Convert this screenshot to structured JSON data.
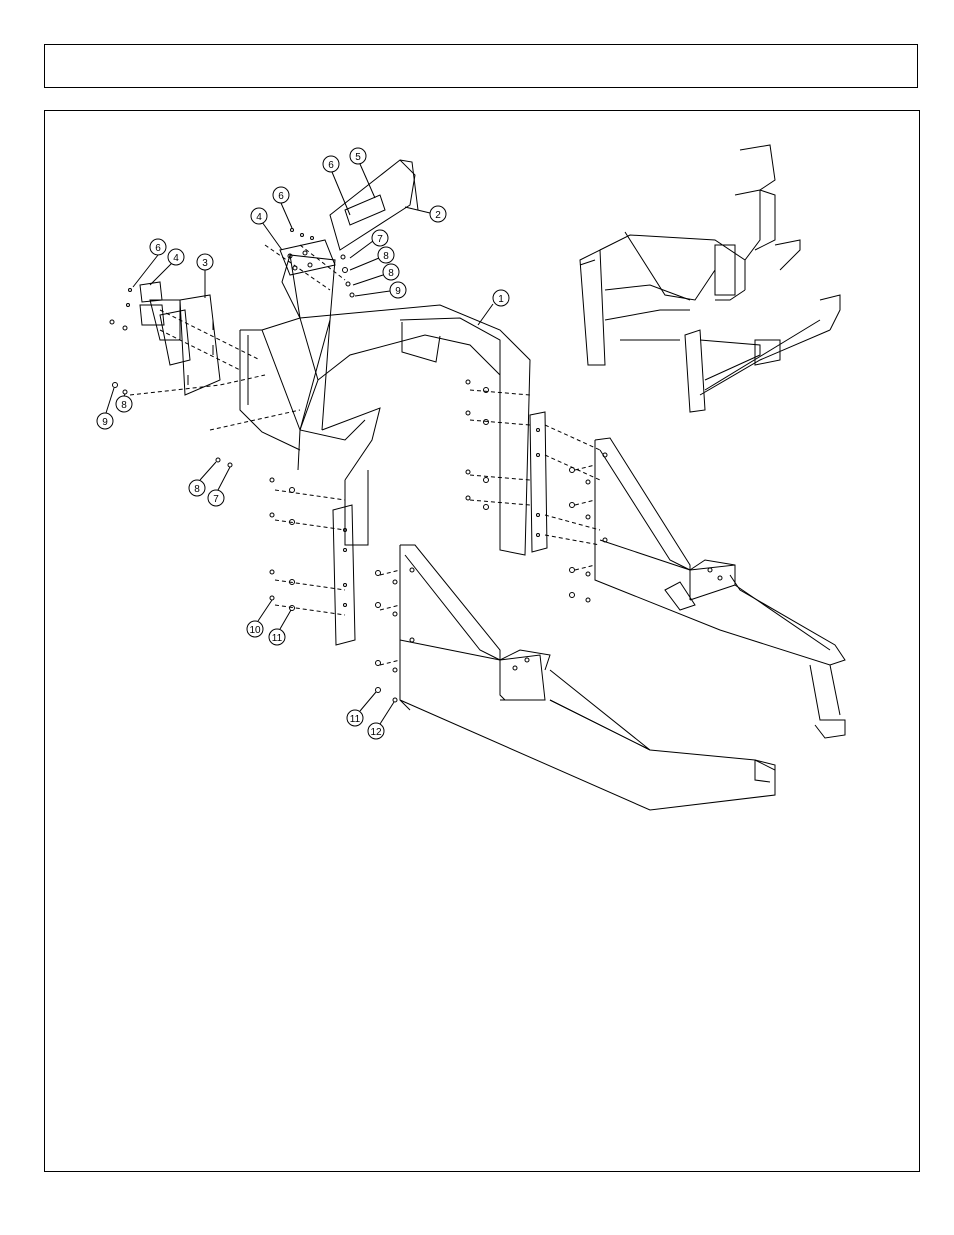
{
  "header": {
    "title": ""
  },
  "diagram": {
    "callouts": [
      {
        "id": "c1",
        "label": "1"
      },
      {
        "id": "c2",
        "label": "2"
      },
      {
        "id": "c3",
        "label": "3"
      },
      {
        "id": "c4a",
        "label": "4"
      },
      {
        "id": "c4b",
        "label": "4"
      },
      {
        "id": "c5",
        "label": "5"
      },
      {
        "id": "c6a",
        "label": "6"
      },
      {
        "id": "c6b",
        "label": "6"
      },
      {
        "id": "c6c",
        "label": "6"
      },
      {
        "id": "c7a",
        "label": "7"
      },
      {
        "id": "c7b",
        "label": "7"
      },
      {
        "id": "c8a",
        "label": "8"
      },
      {
        "id": "c8b",
        "label": "8"
      },
      {
        "id": "c8c",
        "label": "8"
      },
      {
        "id": "c8d",
        "label": "8"
      },
      {
        "id": "c9a",
        "label": "9"
      },
      {
        "id": "c9b",
        "label": "9"
      },
      {
        "id": "c10",
        "label": "10"
      },
      {
        "id": "c11a",
        "label": "11"
      },
      {
        "id": "c11b",
        "label": "11"
      },
      {
        "id": "c12",
        "label": "12"
      }
    ]
  }
}
